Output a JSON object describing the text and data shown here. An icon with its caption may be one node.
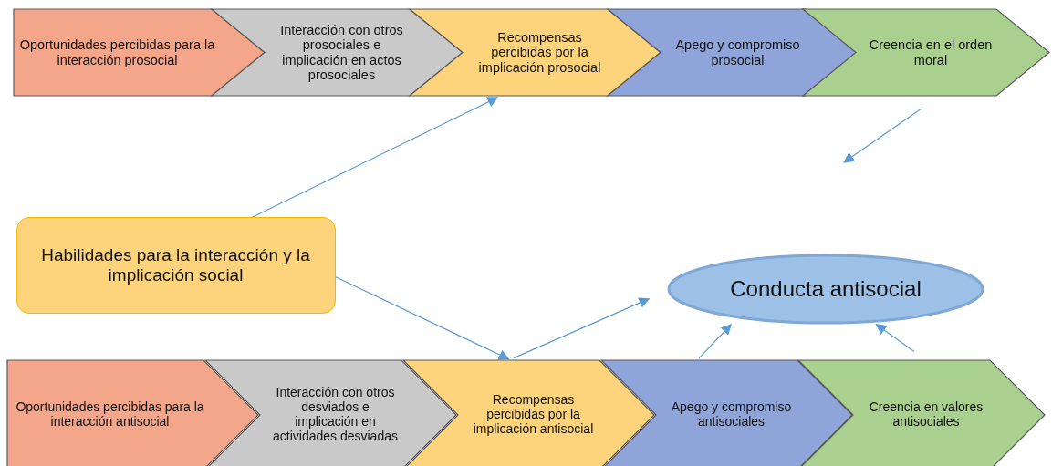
{
  "diagram": {
    "nodes": [
      {
        "text": [
          "Oportunidades percibidas para la interacción prosocial"
        ]
      },
      {
        "text": [
          "Interacción con otros prosociales e implicación en actos prosociales"
        ]
      },
      {
        "text": [
          "Recompensas percibidas por la implicación prosocial"
        ]
      },
      {
        "text": [
          "Apego y compromiso prosocial"
        ]
      },
      {
        "text": [
          "Creencia en el orden moral"
        ]
      },
      {
        "text": [
          "Habilidades para la interacción y la implicación social"
        ]
      },
      {
        "text": [
          "Conducta antisocial"
        ]
      },
      {
        "text": [
          "Oportunidades percibidas para la interacción antisocial"
        ]
      },
      {
        "text": [
          "Interacción con otros desviados e implicación en actividades desviadas"
        ]
      },
      {
        "text": [
          "Recompensas percibidas por la implicación antisocial"
        ]
      },
      {
        "text": [
          "Apego y compromiso antisociales"
        ]
      },
      {
        "text": [
          "Creencia en valores antisociales"
        ]
      }
    ],
    "edges": [
      {
        "from": 5,
        "to": 2,
        "arrow": "to"
      },
      {
        "from": 4,
        "to": null,
        "arrow": "to"
      },
      {
        "from": 5,
        "to": 9,
        "arrow": "to"
      },
      {
        "from": 9,
        "to": 6,
        "arrow": "to"
      },
      {
        "from": 10,
        "to": 6,
        "arrow": "to"
      },
      {
        "from": 11,
        "to": 6,
        "arrow": "to"
      }
    ]
  }
}
